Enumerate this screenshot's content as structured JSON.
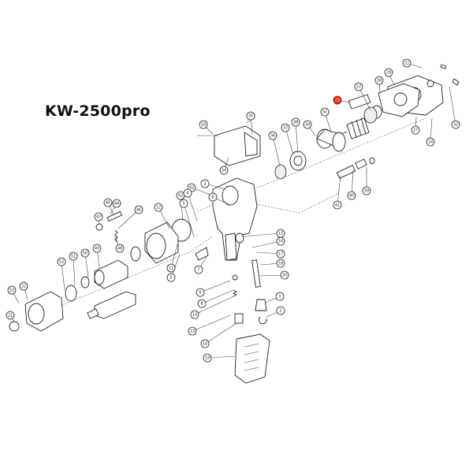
{
  "model_title": "KW-2500pro",
  "highlight_color": "#e0281e",
  "callouts": [
    {
      "id": "c22a",
      "label": "22",
      "highlight": false
    },
    {
      "id": "c29",
      "label": "29",
      "highlight": false
    },
    {
      "id": "c28",
      "label": "28",
      "highlight": false
    },
    {
      "id": "c27a",
      "label": "27",
      "highlight": false
    },
    {
      "id": "c32",
      "label": "32",
      "highlight": false
    },
    {
      "id": "c24",
      "label": "24",
      "highlight": false
    },
    {
      "id": "c27b",
      "label": "27",
      "highlight": false
    },
    {
      "id": "c23",
      "label": "23",
      "highlight": true
    },
    {
      "id": "c31",
      "label": "31",
      "highlight": false
    },
    {
      "id": "c30",
      "label": "30",
      "highlight": false
    },
    {
      "id": "c38",
      "label": "38",
      "highlight": false
    },
    {
      "id": "c37",
      "label": "37",
      "highlight": false
    },
    {
      "id": "c36",
      "label": "36",
      "highlight": false
    },
    {
      "id": "c35",
      "label": "35",
      "highlight": false
    },
    {
      "id": "c34",
      "label": "34",
      "highlight": false
    },
    {
      "id": "c33",
      "label": "33",
      "highlight": false
    },
    {
      "id": "c39",
      "label": "39",
      "highlight": false
    },
    {
      "id": "c40",
      "label": "40",
      "highlight": false
    },
    {
      "id": "c41",
      "label": "41",
      "highlight": false
    },
    {
      "id": "c43",
      "label": "43",
      "highlight": false
    },
    {
      "id": "c42",
      "label": "42",
      "highlight": false
    },
    {
      "id": "c45",
      "label": "45",
      "highlight": false
    },
    {
      "id": "c46",
      "label": "46",
      "highlight": false
    },
    {
      "id": "c44",
      "label": "44",
      "highlight": false
    },
    {
      "id": "c47",
      "label": "47",
      "highlight": false
    },
    {
      "id": "c48",
      "label": "48",
      "highlight": false
    },
    {
      "id": "c49",
      "label": "49",
      "highlight": false
    },
    {
      "id": "c50",
      "label": "50",
      "highlight": false
    },
    {
      "id": "c51",
      "label": "51",
      "highlight": false
    },
    {
      "id": "c52",
      "label": "52",
      "highlight": false
    },
    {
      "id": "c53",
      "label": "53",
      "highlight": false
    },
    {
      "id": "c22b",
      "label": "22",
      "highlight": false
    },
    {
      "id": "c21",
      "label": "21",
      "highlight": false
    },
    {
      "id": "c11",
      "label": "11",
      "highlight": false
    },
    {
      "id": "c12",
      "label": "12",
      "highlight": false
    },
    {
      "id": "c5a",
      "label": "5",
      "highlight": false
    },
    {
      "id": "c6",
      "label": "6",
      "highlight": false
    },
    {
      "id": "c3",
      "label": "3",
      "highlight": false
    },
    {
      "id": "c4",
      "label": "4",
      "highlight": false
    },
    {
      "id": "c5b",
      "label": "5",
      "highlight": false
    },
    {
      "id": "c7",
      "label": "7",
      "highlight": false
    },
    {
      "id": "c8",
      "label": "8",
      "highlight": false
    },
    {
      "id": "c9",
      "label": "9",
      "highlight": false
    },
    {
      "id": "c10",
      "label": "10",
      "highlight": false
    },
    {
      "id": "c13",
      "label": "13",
      "highlight": false
    },
    {
      "id": "c14",
      "label": "14",
      "highlight": false
    },
    {
      "id": "c15",
      "label": "15",
      "highlight": false
    },
    {
      "id": "c16",
      "label": "16",
      "highlight": false
    },
    {
      "id": "c17",
      "label": "17",
      "highlight": false
    },
    {
      "id": "c18",
      "label": "18",
      "highlight": false
    },
    {
      "id": "c19",
      "label": "19",
      "highlight": false
    },
    {
      "id": "c20",
      "label": "20",
      "highlight": false
    },
    {
      "id": "c1",
      "label": "1",
      "highlight": false
    },
    {
      "id": "c2",
      "label": "2",
      "highlight": false
    }
  ]
}
